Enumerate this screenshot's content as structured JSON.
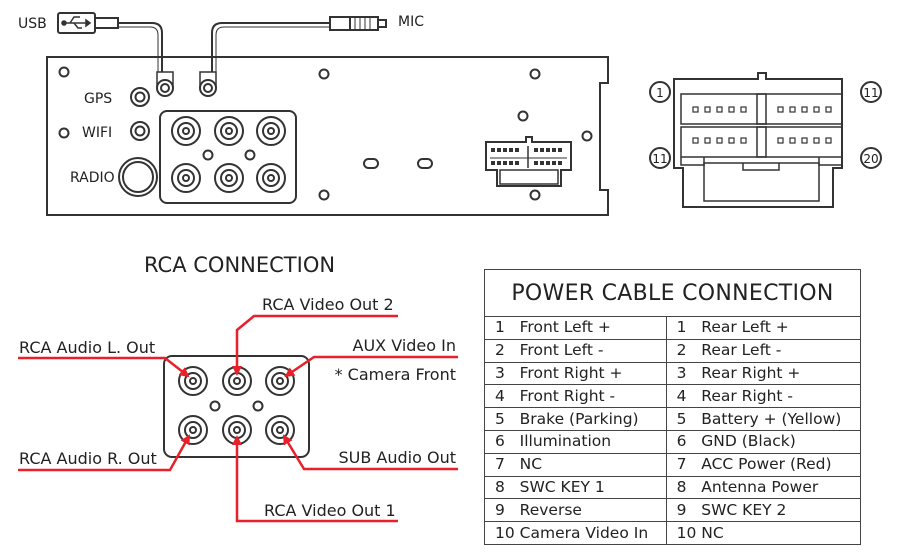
{
  "head_unit": {
    "usb_label": "USB",
    "mic_label": "MIC",
    "gps_label": "GPS",
    "wifi_label": "WIFI",
    "radio_label": "RADIO"
  },
  "connector": {
    "pin_start_top": "1",
    "pin_end_top": "11",
    "pin_start_bottom": "11",
    "pin_end_bottom": "20"
  },
  "rca": {
    "title": "RCA CONNECTION",
    "video_out_2": "RCA Video Out 2",
    "audio_l_out": "RCA Audio L. Out",
    "aux_video_in": "AUX Video In",
    "camera_front": "* Camera Front",
    "audio_r_out": "RCA Audio R. Out",
    "sub_audio_out": "SUB Audio Out",
    "video_out_1": "RCA Video Out 1"
  },
  "power_table": {
    "title": "POWER CABLE CONNECTION",
    "rows": [
      [
        "1   Front Left +",
        "1   Rear Left +"
      ],
      [
        "2   Front Left -",
        "2   Rear Left -"
      ],
      [
        "3   Front Right +",
        "3   Rear Right +"
      ],
      [
        "4   Front Right -",
        "4   Rear Right -"
      ],
      [
        "5   Brake (Parking)",
        "5   Battery + (Yellow)"
      ],
      [
        "6   Illumination",
        "6   GND (Black)"
      ],
      [
        "7   NC",
        "7   ACC Power (Red)"
      ],
      [
        "8   SWC KEY 1",
        "8   Antenna Power"
      ],
      [
        "9   Reverse",
        "9   SWC KEY 2"
      ],
      [
        "10 Camera Video In",
        "10 NC"
      ]
    ]
  },
  "colors": {
    "line": "#333333",
    "arrow": "#e8202a"
  }
}
